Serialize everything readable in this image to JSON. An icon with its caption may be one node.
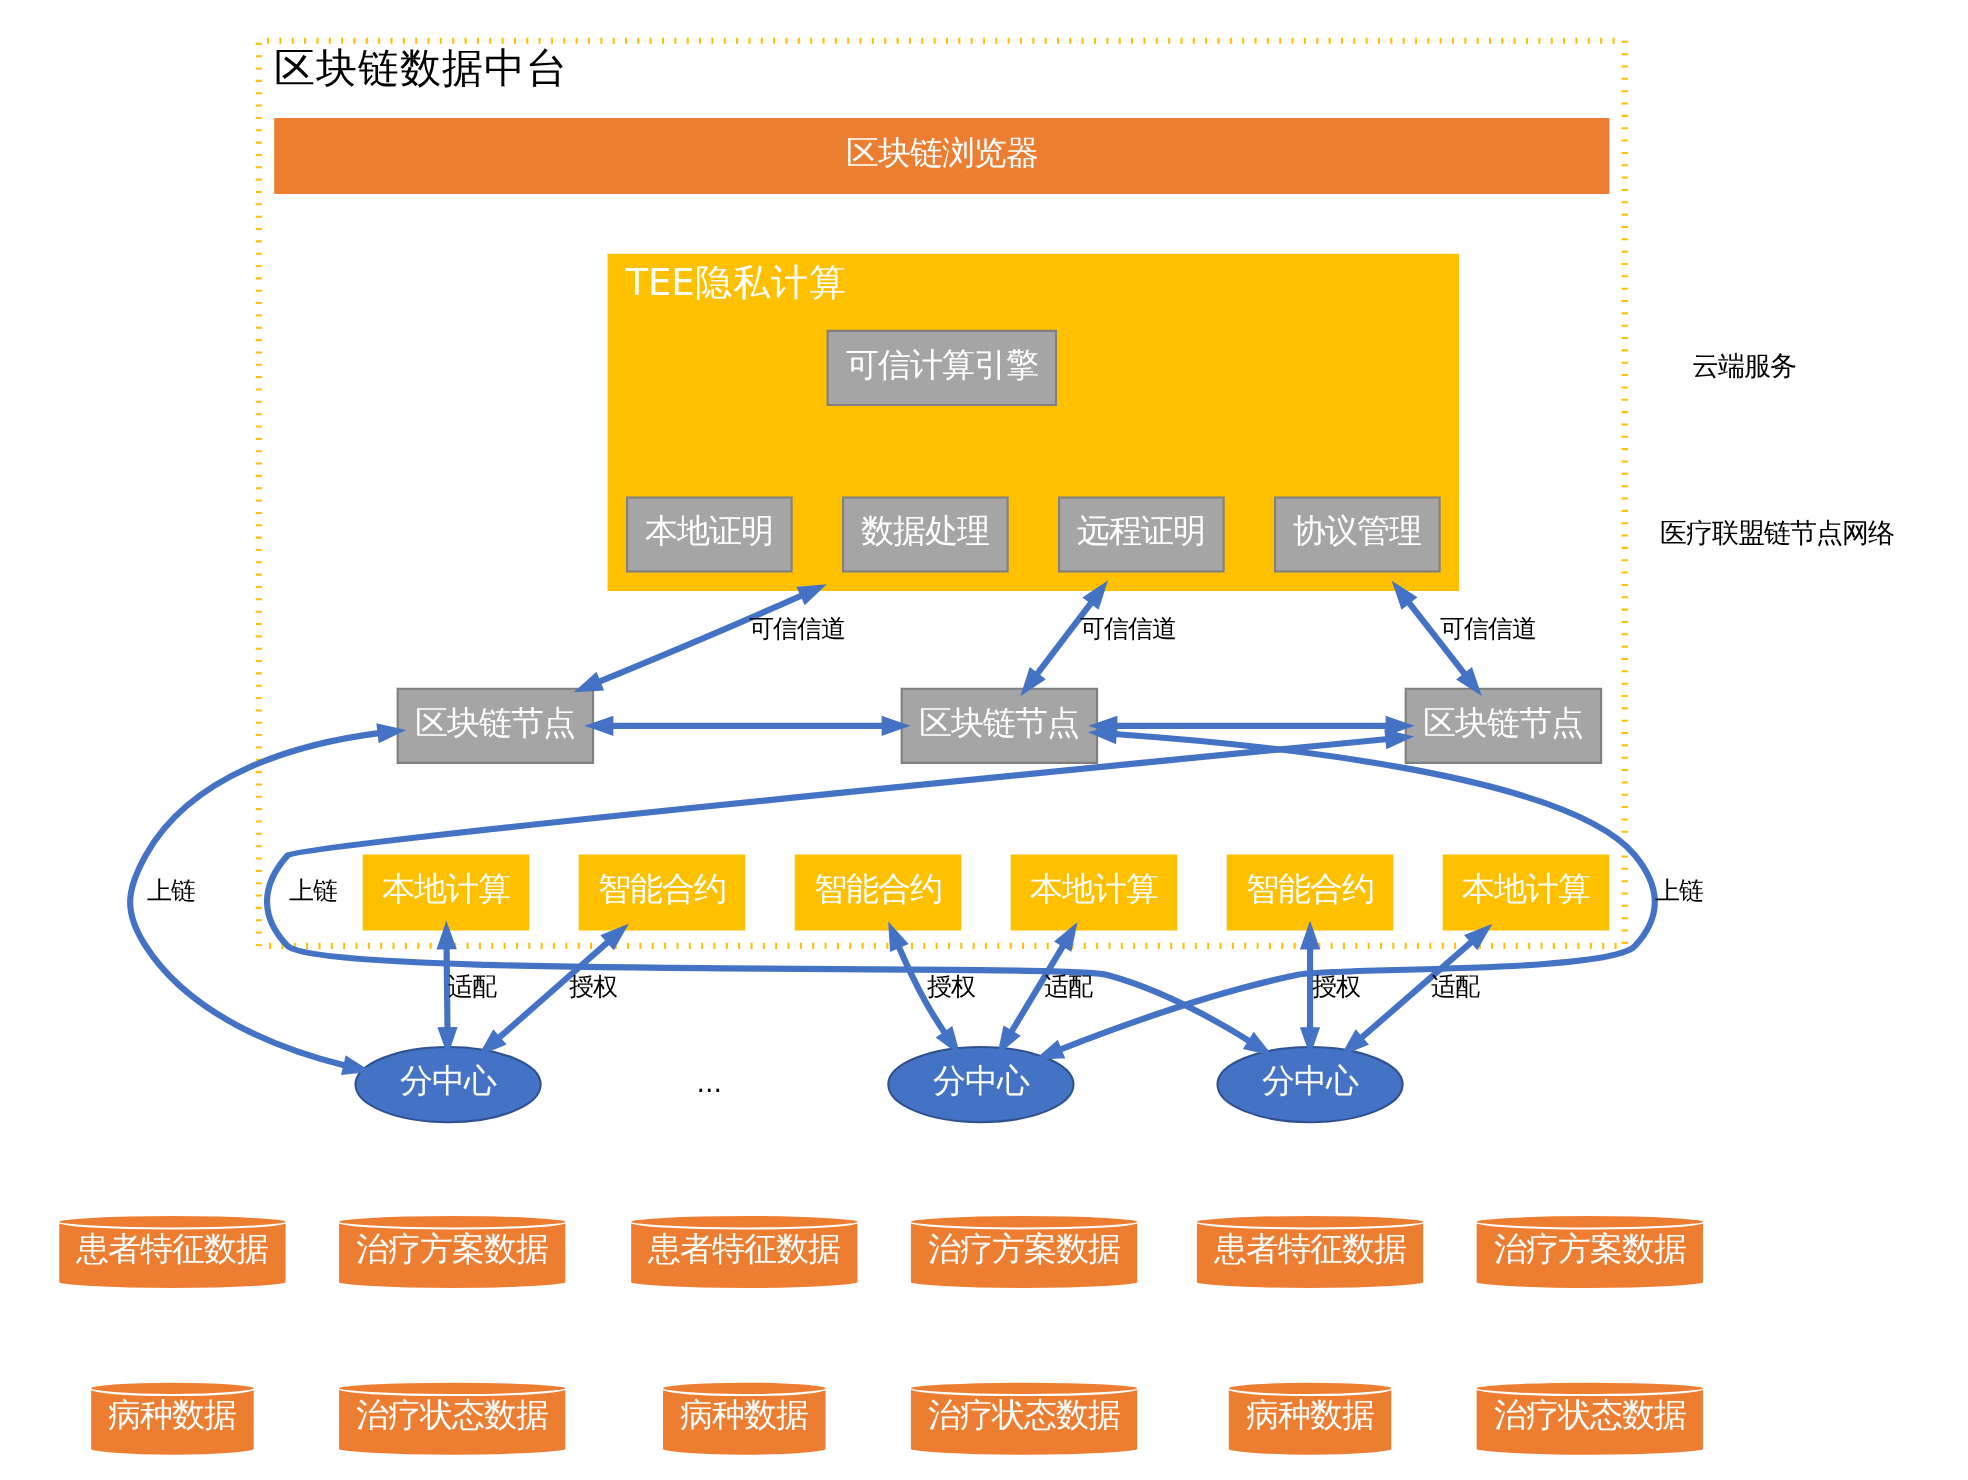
{
  "diagram": {
    "nodes": [
      {
        "text": [
          "区块链数据中台"
        ]
      },
      {
        "text": [
          "区块链浏览器"
        ],
        "in": 0
      },
      {
        "text": [
          "TEE隐私计算"
        ],
        "in": 0
      },
      {
        "text": [
          "数据处理"
        ],
        "in": 2
      },
      {
        "text": [
          "可信计算引擎"
        ],
        "in": 2
      },
      {
        "text": [
          "远程证明"
        ],
        "in": 2
      },
      {
        "text": [
          "本地证明"
        ],
        "in": 2
      },
      {
        "text": [
          "协议管理"
        ],
        "in": 2
      },
      {
        "text": [
          "区块链节点"
        ],
        "in": 0
      },
      {
        "text": [
          "区块链节点"
        ],
        "in": 0
      },
      {
        "text": [
          "区块链节点"
        ],
        "in": 0
      },
      {
        "text": [
          "智能合约"
        ],
        "in": 0
      },
      {
        "text": [
          "本地计算"
        ],
        "in": 0
      },
      {
        "text": [
          "智能合约"
        ],
        "in": 0
      },
      {
        "text": [
          "本地计算"
        ],
        "in": 0
      },
      {
        "text": [
          "智能合约"
        ],
        "in": 0
      },
      {
        "text": [
          "本地计算"
        ],
        "in": 0
      },
      {
        "text": [
          "分中心"
        ]
      },
      {
        "text": [
          "分中心"
        ]
      },
      {
        "text": [
          "分中心"
        ]
      },
      {
        "text": [
          "患者特征数据"
        ]
      },
      {
        "text": [
          "治疗方案数据"
        ]
      },
      {
        "text": [
          "病种数据"
        ]
      },
      {
        "text": [
          "治疗状态数据"
        ]
      },
      {
        "text": [
          "患者特征数据"
        ]
      },
      {
        "text": [
          "治疗方案数据"
        ]
      },
      {
        "text": [
          "病种数据"
        ]
      },
      {
        "text": [
          "治疗状态数据"
        ]
      },
      {
        "text": [
          "患者特征数据"
        ]
      },
      {
        "text": [
          "治疗方案数据"
        ]
      },
      {
        "text": [
          "病种数据"
        ]
      },
      {
        "text": [
          "治疗状态数据"
        ]
      }
    ],
    "edges": [
      {
        "from": 2,
        "to": 8,
        "arrow": "both",
        "label": "可信信道"
      },
      {
        "from": 2,
        "to": 9,
        "arrow": "both",
        "label": "可信信道"
      },
      {
        "from": 2,
        "to": 10,
        "arrow": "both",
        "label": "可信信道"
      },
      {
        "from": 8,
        "to": 9,
        "arrow": "both"
      },
      {
        "from": 9,
        "to": 10,
        "arrow": "both"
      },
      {
        "from": 11,
        "to": 17,
        "arrow": "both",
        "label": "授权"
      },
      {
        "from": 12,
        "to": 17,
        "arrow": "both",
        "label": "适配"
      },
      {
        "from": 8,
        "to": 17,
        "arrow": "both",
        "label": "上链"
      },
      {
        "from": 13,
        "to": 18,
        "arrow": "both",
        "label": "授权"
      },
      {
        "from": 14,
        "to": 18,
        "arrow": "both",
        "label": "适配"
      },
      {
        "from": 9,
        "to": 18,
        "arrow": "both",
        "label": "上链"
      },
      {
        "from": 15,
        "to": 19,
        "arrow": "both",
        "label": "授权"
      },
      {
        "from": 16,
        "to": 19,
        "arrow": "both",
        "label": "适配"
      },
      {
        "from": 10,
        "to": 19,
        "arrow": "both",
        "label": "上链"
      }
    ],
    "labels": [
      "云端服务",
      "医疗联盟链节点网络",
      "..."
    ]
  }
}
